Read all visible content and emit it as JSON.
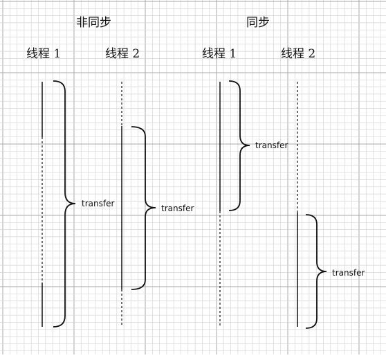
{
  "headers": {
    "async": "非同步",
    "sync": "同步"
  },
  "threads": {
    "async_t1": "线程 1",
    "async_t2": "线程 2",
    "sync_t1": "线程 1",
    "sync_t2": "线程 2"
  },
  "labels": {
    "async_t1_transfer": "transfer",
    "async_t2_transfer": "transfer",
    "sync_t1_transfer": "transfer",
    "sync_t2_transfer": "transfer"
  },
  "colors": {
    "grid_minor": "#d6d6d6",
    "grid_major": "#a9a9a9",
    "ink": "#111111"
  }
}
